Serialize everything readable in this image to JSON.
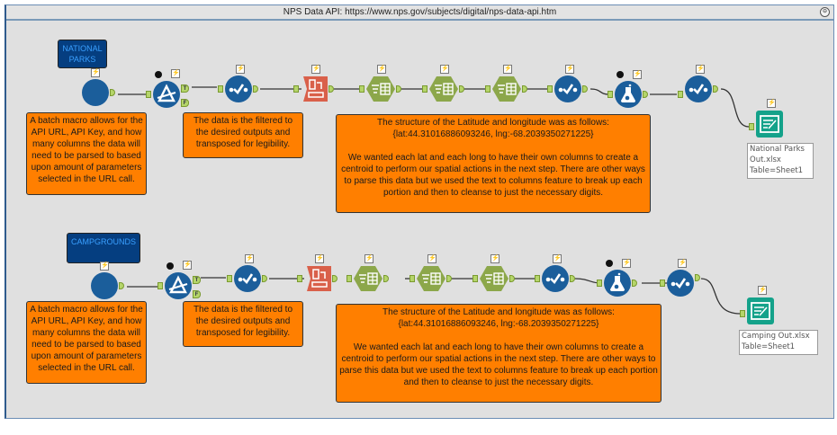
{
  "container": {
    "title": "NPS Data API: https://www.nps.gov/subjects/digital/nps-data-api.htm",
    "collapse_icon": "⊖"
  },
  "bolt_glyph": "⚡",
  "workflows": [
    {
      "label": "NATIONAL\nPARKS",
      "notes": {
        "macro": "A batch macro allows for the API URL, API Key, and how many columns the data will need to be parsed to based upon amount of parameters selected in the URL call.",
        "filter": "The data is the filtered to the desired outputs and transposed for legibility.",
        "structure_line1": "The structure of the Latitude and longitude was as follows:",
        "structure_line2": "{lat:44.31016886093246, lng:-68.2039350271225}",
        "structure_body": "We wanted each lat and each long to have their own columns to create a centroid to perform our spatial actions in the next step. There are other ways to parse this data but we used the text to columns feature to break up each portion and then to cleanse to just the necessary digits."
      },
      "output_label": "National Parks Out.xlsx Table=Sheet1",
      "output_lines": [
        "National Parks",
        "Out.xlsx",
        "Table=Sheet1"
      ]
    },
    {
      "label": "CAMPGROUNDS",
      "notes": {
        "macro": "A batch macro allows for the API URL, API Key, and how many columns the data will need to be parsed to based upon amount of parameters selected in the URL call.",
        "filter": "The data is the filtered to the desired outputs and transposed for legibility.",
        "structure_line1": "The structure of the Latitude and longitude was as follows:",
        "structure_line2": "{lat:44.31016886093246, lng:-68.2039350271225}",
        "structure_body": "We wanted each lat and each long to have their own columns to create a centroid to perform our spatial actions in the next step. There are other ways to parse this data but we used the text to columns feature to break up each portion and then to cleanse to just the necessary digits."
      },
      "output_lines": [
        "Camping Out.xlsx",
        "Table=Sheet1"
      ]
    }
  ],
  "anchors": {
    "true": "T",
    "false": "F"
  },
  "colors": {
    "tool_blue": "#1b5e9b",
    "transpose_red": "#d9604a",
    "text_to_columns_green": "#8ca74a",
    "output_teal": "#14a28a",
    "note_orange": "#ff7f00",
    "label_navy": "#053e80"
  }
}
